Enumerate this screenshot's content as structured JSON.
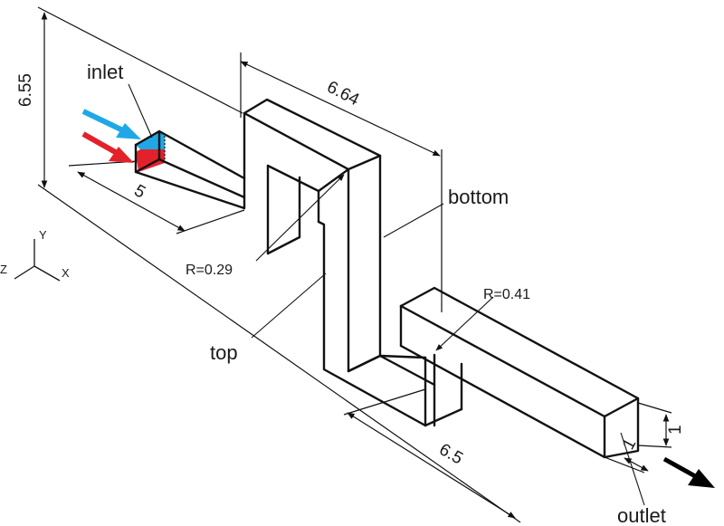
{
  "labels": {
    "inlet": "inlet",
    "outlet": "outlet",
    "top": "top",
    "bottom": "bottom",
    "radius_small": "R=0.29",
    "radius_large": "R=0.41"
  },
  "dimensions": {
    "height": "6.55",
    "inlet_length": "5",
    "mid_length": "6.64",
    "outlet_length": "6.5",
    "outlet_height": "1",
    "outlet_width": "1"
  },
  "axes": {
    "x": "X",
    "y": "Y",
    "z": "Z"
  },
  "colors": {
    "line": "#111111",
    "inlet_blue": "#1fa8e6",
    "inlet_red": "#e2222b",
    "outlet_arrow": "#000000"
  }
}
